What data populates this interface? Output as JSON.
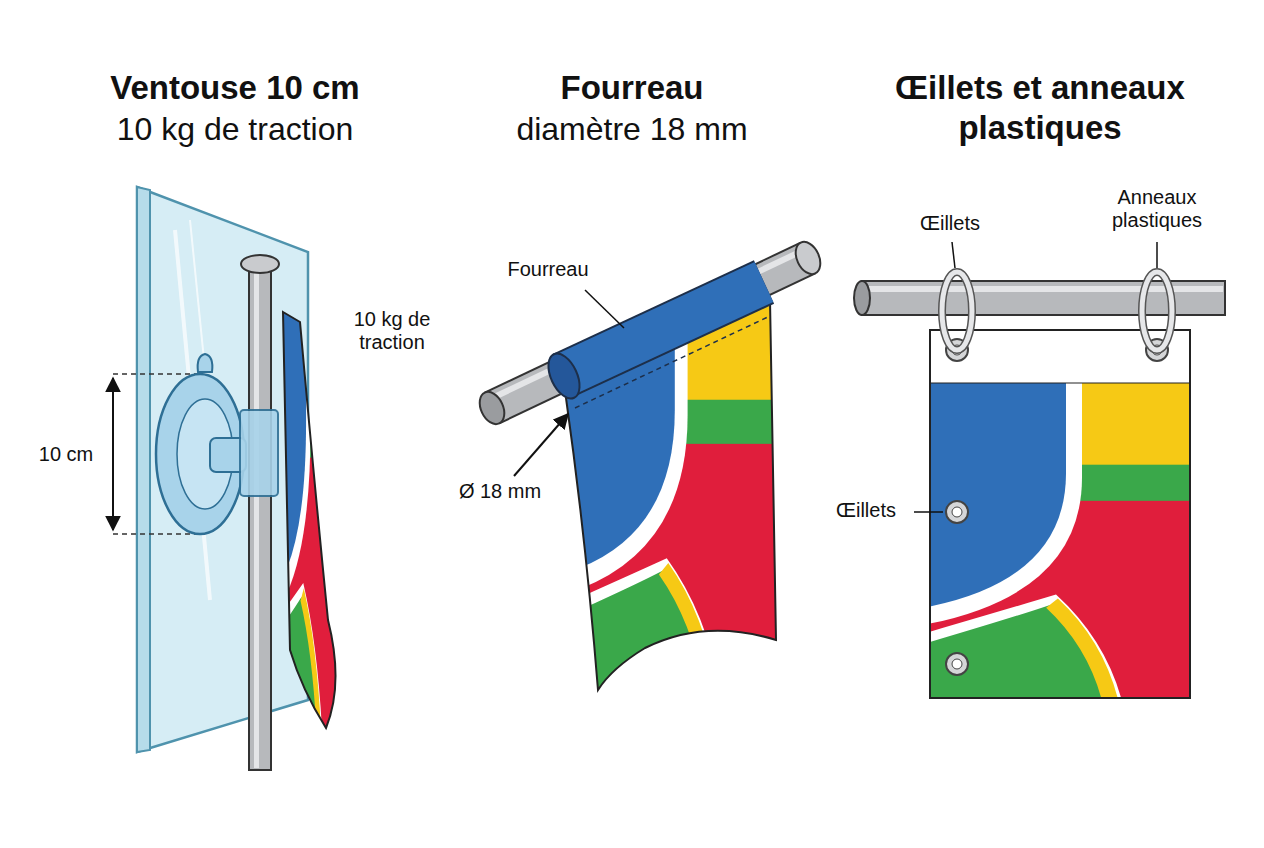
{
  "diagram": {
    "labels": [
      "Ventouse 10 cm",
      "10 kg de traction",
      "Fourreau",
      "diamètre 18 mm",
      "Œillets et anneaux plastiques",
      "10 kg de traction",
      "10 cm",
      "Fourreau",
      "Ø 18 mm",
      "Œillets",
      "Anneaux plastiques",
      "Œillets"
    ]
  }
}
